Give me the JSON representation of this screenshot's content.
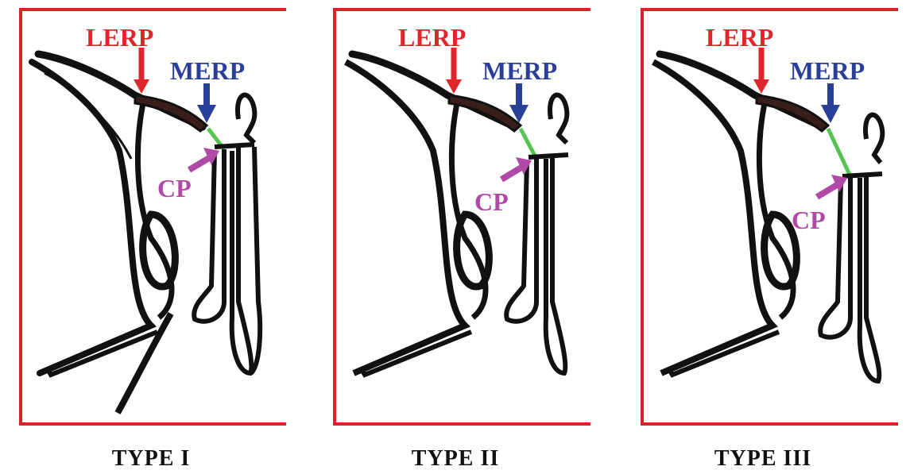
{
  "panels": [
    {
      "type_label": "TYPE I",
      "lerp": "LERP",
      "merp": "MERP",
      "cp": "CP"
    },
    {
      "type_label": "TYPE II",
      "lerp": "LERP",
      "merp": "MERP",
      "cp": "CP"
    },
    {
      "type_label": "TYPE III",
      "lerp": "LERP",
      "merp": "MERP",
      "cp": "CP"
    }
  ],
  "colors": {
    "frame": "#d9232a",
    "lerp": "#e0262b",
    "merp": "#2a3f9a",
    "cp": "#b04aa6",
    "connector": "#55c451",
    "outline": "#111111",
    "bone_fill": "#3a1e1c"
  }
}
